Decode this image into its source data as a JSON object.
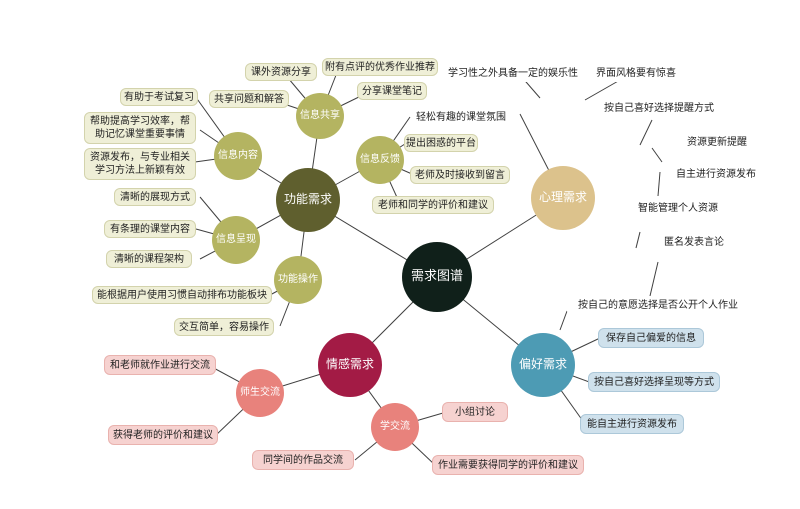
{
  "center": {
    "label": "需求图谱"
  },
  "branches": {
    "functional": {
      "label": "功能需求"
    },
    "psychological": {
      "label": "心理需求"
    },
    "emotional": {
      "label": "情感需求"
    },
    "preference": {
      "label": "偏好需求"
    }
  },
  "sub": {
    "info_share": "信息共享",
    "info_content": "信息内容",
    "info_present": "信息呈现",
    "func_op": "功能操作",
    "info_feedback": "信息反馈",
    "teacher_student": "师生交流",
    "student_student": "学交流"
  },
  "leaves": {
    "extra_resources": "课外资源分享",
    "graded_homework": "附有点评的优秀作业推荐",
    "share_notes": "分享课堂笔记",
    "share_qa": "共享问题和解答",
    "exam_review": "有助于考试复习",
    "efficiency": "帮助提高学习效率，帮助记忆课堂重要事情",
    "resource_publish": "资源发布，与专业相关学习方法上新颖有效",
    "clear_display": "清晰的展现方式",
    "orderly_content": "有条理的课堂内容",
    "clear_structure": "清晰的课程架构",
    "adaptive_layout": "能根据用户使用习惯自动排布功能板块",
    "simple_op": "交互简单，容易操作",
    "relaxed_atmosphere": "轻松有趣的课堂氛围",
    "question_platform": "提出困惑的平台",
    "teacher_reply": "老师及时接收到留言",
    "evaluation": "老师和同学的评价和建议",
    "entertainment": "学习性之外具备一定的娱乐性",
    "surprise_style": "界面风格要有惊喜",
    "reminder_mode": "按自己喜好选择提醒方式",
    "resource_update": "资源更新提醒",
    "self_publish": "自主进行资源发布",
    "manage_resources": "智能管理个人资源",
    "anonymous": "匿名发表言论",
    "public_homework": "按自己的意愿选择是否公开个人作业",
    "save_info": "保存自己偏爱的信息",
    "present_mode": "按自己喜好选择呈现等方式",
    "autonomous_publish": "能自主进行资源发布",
    "hw_exchange": "和老师就作业进行交流",
    "teacher_eval": "获得老师的评价和建议",
    "group_discussion": "小组讨论",
    "peer_works": "同学间的作品交流",
    "peer_eval": "作业需要获得同学的评价和建议"
  },
  "colors": {
    "center": "#10201a",
    "functional": "#5f5f2e",
    "olive_sub": "#b4b461",
    "psychological": "#dcc28c",
    "emotional": "#a31b45",
    "pink_sub": "#e8827c",
    "preference": "#4d9bb4",
    "line": "#404040"
  }
}
